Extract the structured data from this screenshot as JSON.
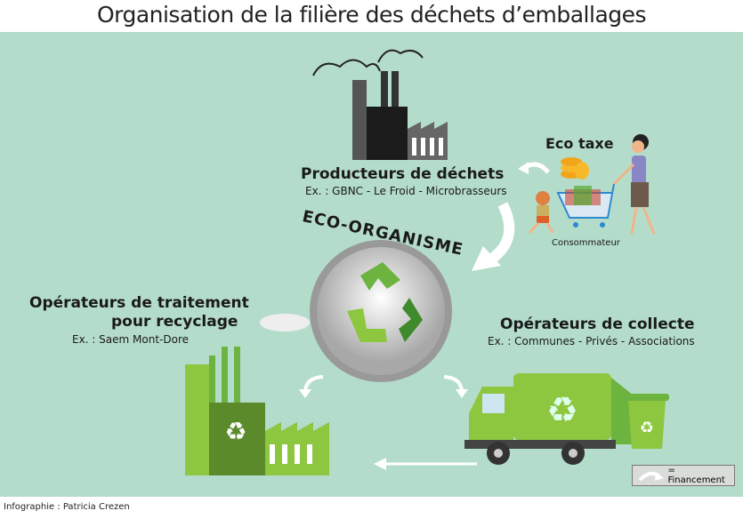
{
  "title": "Organisation de la filière des déchets d’emballages",
  "producers": {
    "title": "Producteurs de déchets",
    "examples": "Ex. : GBNC - Le Froid - Microbrasseurs"
  },
  "eco_tax": "Eco taxe",
  "consumer": "Consommateur",
  "center": "ECO-ORGANISME",
  "treatment": {
    "title_line1": "Opérateurs de traitement",
    "title_line2": "pour recyclage",
    "examples": "Ex. : Saem Mont-Dore"
  },
  "collection": {
    "title": "Opérateurs de collecte",
    "examples": "Ex. : Communes - Privés - Associations"
  },
  "legend": {
    "label": "= Financement"
  },
  "credit": "Infographie : Patricia Crezen",
  "colors": {
    "background": "#b4dccb",
    "green": "#8dc63f",
    "dark_green": "#4a8a2a"
  }
}
